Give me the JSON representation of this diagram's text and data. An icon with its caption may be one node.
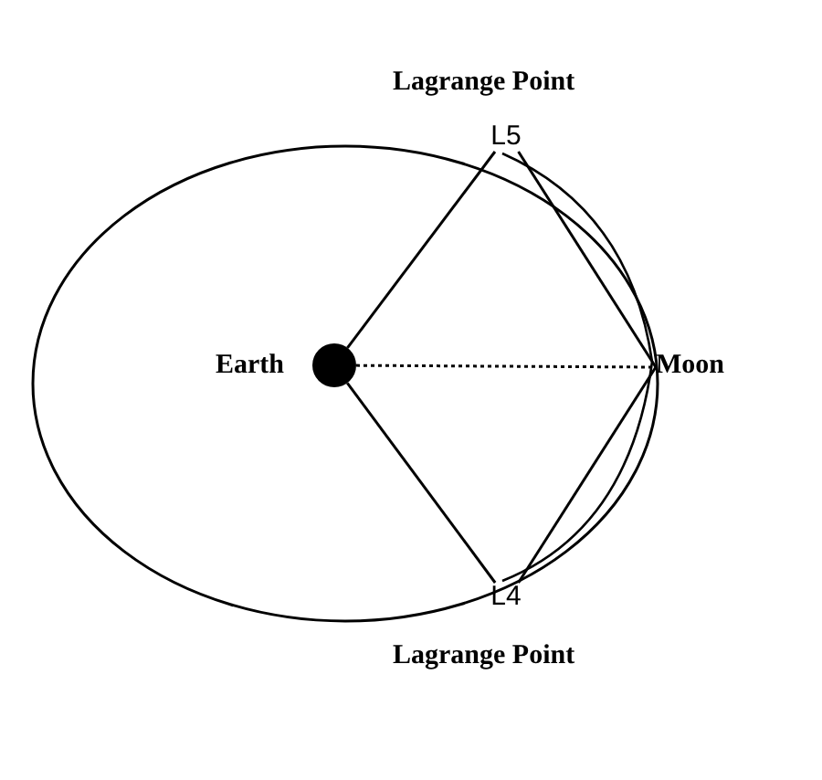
{
  "diagram": {
    "nodes": [
      {
        "text": [],
        "shape": "circle",
        "beside": [
          "Earth"
        ]
      },
      {
        "text": [
          "Moon"
        ]
      },
      {
        "text": [
          "L5"
        ],
        "beside": [
          "Lagrange Point"
        ]
      },
      {
        "text": [
          "L4"
        ],
        "beside": [
          "Lagrange Point"
        ]
      }
    ],
    "edges": [
      {
        "from": 0,
        "to": 2,
        "arrow": "none"
      },
      {
        "from": 2,
        "to": 1,
        "arrow": "none"
      },
      {
        "from": 0,
        "to": 3,
        "arrow": "none"
      },
      {
        "from": 3,
        "to": 1,
        "arrow": "none"
      },
      {
        "from": 0,
        "to": 1,
        "arrow": "none",
        "style": "dashed"
      }
    ]
  }
}
